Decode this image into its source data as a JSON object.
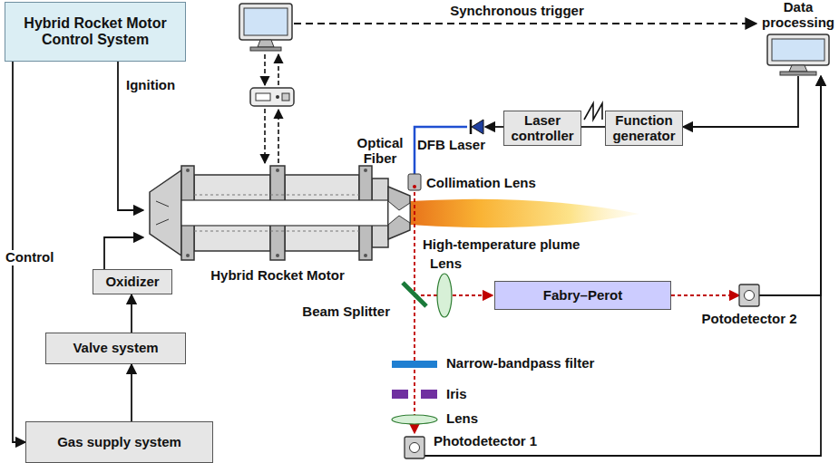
{
  "diagram": {
    "nodes": [
      {
        "text": [
          "Hybrid Rocket Motor Control System"
        ]
      },
      {
        "text": [
          "Oxidizer"
        ]
      },
      {
        "text": [
          "Valve system"
        ]
      },
      {
        "text": [
          "Gas supply system"
        ]
      },
      {
        "text": [
          "Hybrid Rocket Motor"
        ]
      },
      {
        "text": [
          "Data processing"
        ]
      },
      {
        "text": [
          "Laser controller"
        ]
      },
      {
        "text": [
          "Function generator"
        ]
      },
      {
        "text": [
          "DFB Laser"
        ]
      },
      {
        "text": [
          "Fabry–Perot"
        ]
      },
      {
        "text": [
          "Potodetector 2"
        ]
      },
      {
        "text": [
          "Photodetector 1"
        ]
      }
    ],
    "edges": [
      {
        "from": 0,
        "to": 4,
        "label": "Ignition",
        "arrow": "to"
      },
      {
        "from": 1,
        "to": 4,
        "arrow": "to"
      },
      {
        "from": 0,
        "to": 3,
        "label": "Control",
        "arrow": "to"
      },
      {
        "from": 3,
        "to": 2,
        "arrow": "to"
      },
      {
        "from": 2,
        "to": 1,
        "arrow": "to"
      },
      {
        "from": 5,
        "to": 7,
        "arrow": "to"
      },
      {
        "from": 7,
        "to": 6,
        "arrow": "none"
      },
      {
        "from": 6,
        "to": 8,
        "arrow": "to"
      },
      {
        "from": 9,
        "to": 10,
        "arrow": "to"
      },
      {
        "from": 10,
        "to": 5,
        "arrow": "to"
      },
      {
        "from": 11,
        "to": 5,
        "arrow": "to"
      }
    ],
    "labels": [
      "Synchronous trigger",
      "Optical Fiber",
      "Collimation Lens",
      "High-temperature plume",
      "Lens",
      "Beam Splitter",
      "Narrow-bandpass filter",
      "Iris",
      "Lens"
    ]
  }
}
